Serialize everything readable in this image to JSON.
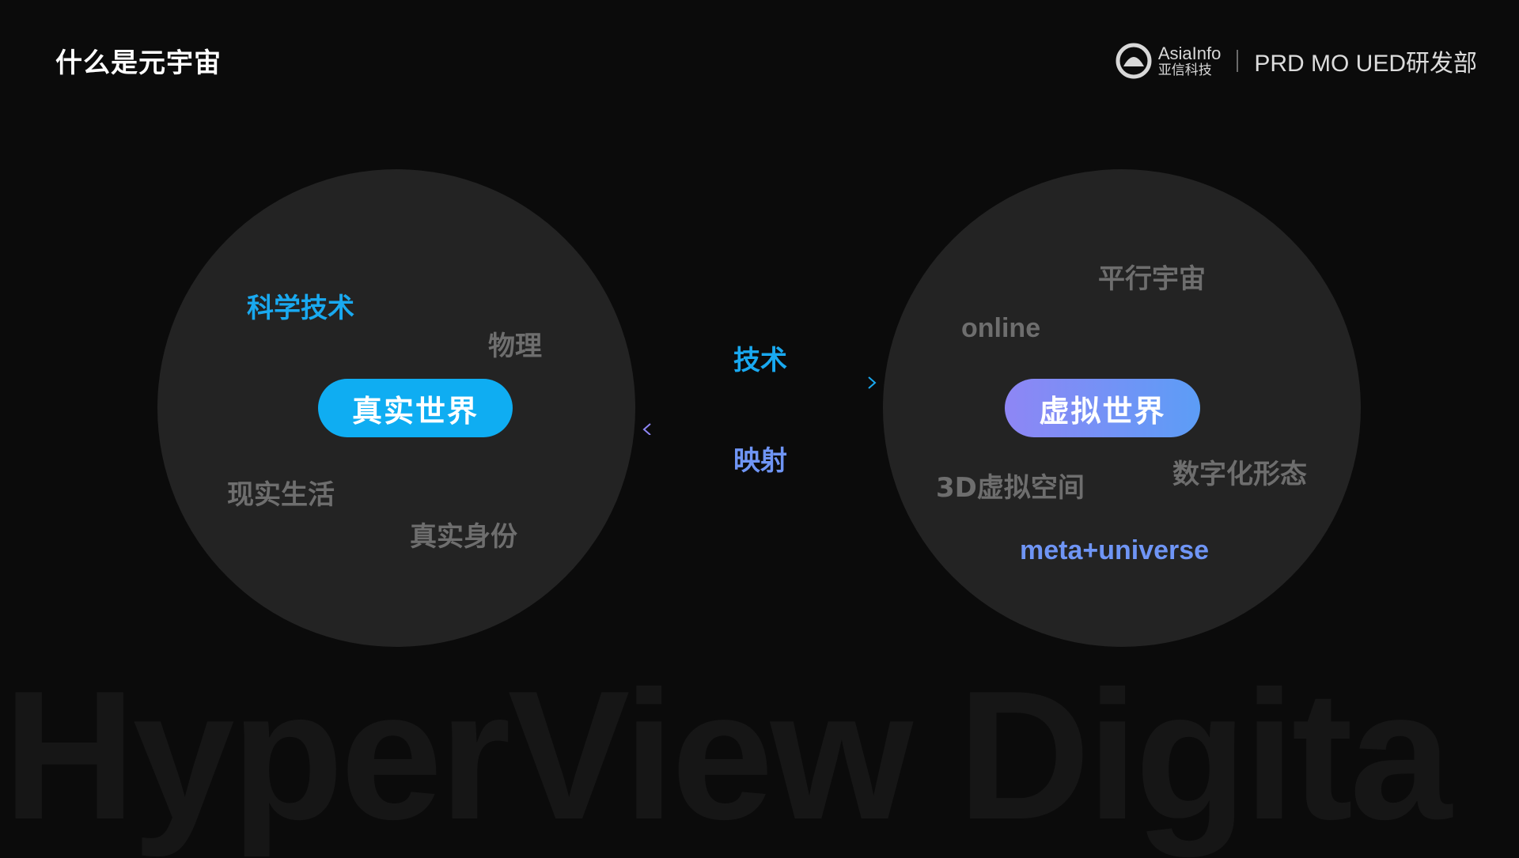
{
  "header": {
    "title": "什么是元宇宙",
    "brand_en": "AsiaInfo",
    "brand_cn": "亚信科技",
    "department": "PRD MO UED研发部"
  },
  "diagram": {
    "left": {
      "center_label": "真实世界",
      "keywords": {
        "science": "科学技术",
        "physics": "物理",
        "real_life": "现实生活",
        "real_identity": "真实身份"
      }
    },
    "right": {
      "center_label": "虚拟世界",
      "keywords": {
        "parallel_universe": "平行宇宙",
        "online": "online",
        "virtual_space_3d": "3D虚拟空间",
        "digital_form": "数字化形态",
        "meta_universe": "meta+universe"
      }
    },
    "connector": {
      "top_label": "技术",
      "bottom_label": "映射"
    }
  },
  "watermark": "HyperView Digita",
  "colors": {
    "background": "#0b0b0b",
    "circle": "#232323",
    "accent_blue": "#0fadf2",
    "accent_purple_start": "#8e86f5",
    "accent_purple_end": "#5c9df6",
    "keyword_gray": "#6e6e6e"
  },
  "icons": {
    "brand_logo": "asiainfo-logo-icon",
    "arrow_right": "dashed-arrow-right-icon",
    "arrow_left": "dashed-arrow-left-icon"
  }
}
